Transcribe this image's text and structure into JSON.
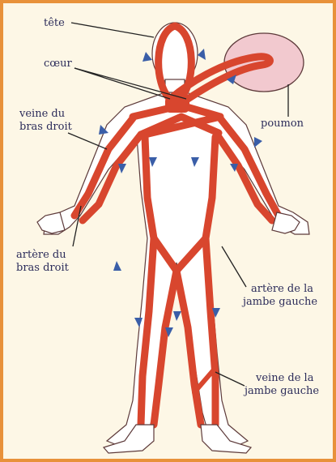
{
  "labels": {
    "tete": "tête",
    "coeur": "cœur",
    "poumon": "poumon",
    "veine_bras_line1": "veine du",
    "veine_bras_line2": "bras droit",
    "artere_bras_line1": "artère du",
    "artere_bras_line2": "bras droit",
    "artere_jambe_line1": "artère de la",
    "artere_jambe_line2": "jambe gauche",
    "veine_jambe_line1": "veine de la",
    "veine_jambe_line2": "jambe gauche"
  },
  "colors": {
    "frame_border": "#e8913a",
    "background": "#fdf7e6",
    "vessel": "#d8462e",
    "lung": "#f2c9cf",
    "arrow": "#3a5ea8",
    "label_text": "#2c2c5a"
  },
  "icons": {
    "flow_arrow": "arrow-icon"
  }
}
